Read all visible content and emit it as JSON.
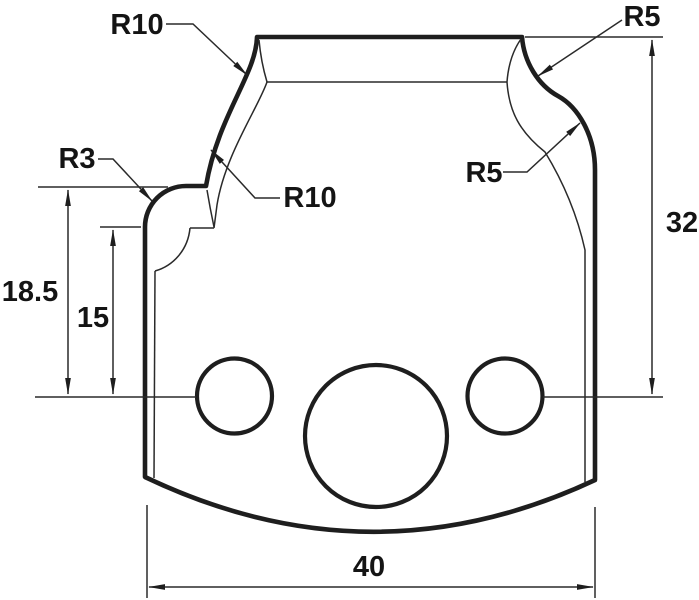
{
  "drawing": {
    "type": "technical-dimension-drawing",
    "subject": "profile knife blank, ogee profile with three bores",
    "background_color": "#ffffff",
    "line_color": "#1e1e1e",
    "radius_callouts": {
      "r10_top": "R10",
      "r10_mid": "R10",
      "r3": "R3",
      "r5_top": "R5",
      "r5_mid": "R5"
    },
    "dimensions": {
      "overall_height": "32",
      "profile_depth": "18.5",
      "shoulder_depth": "15",
      "overall_width": "40"
    }
  }
}
